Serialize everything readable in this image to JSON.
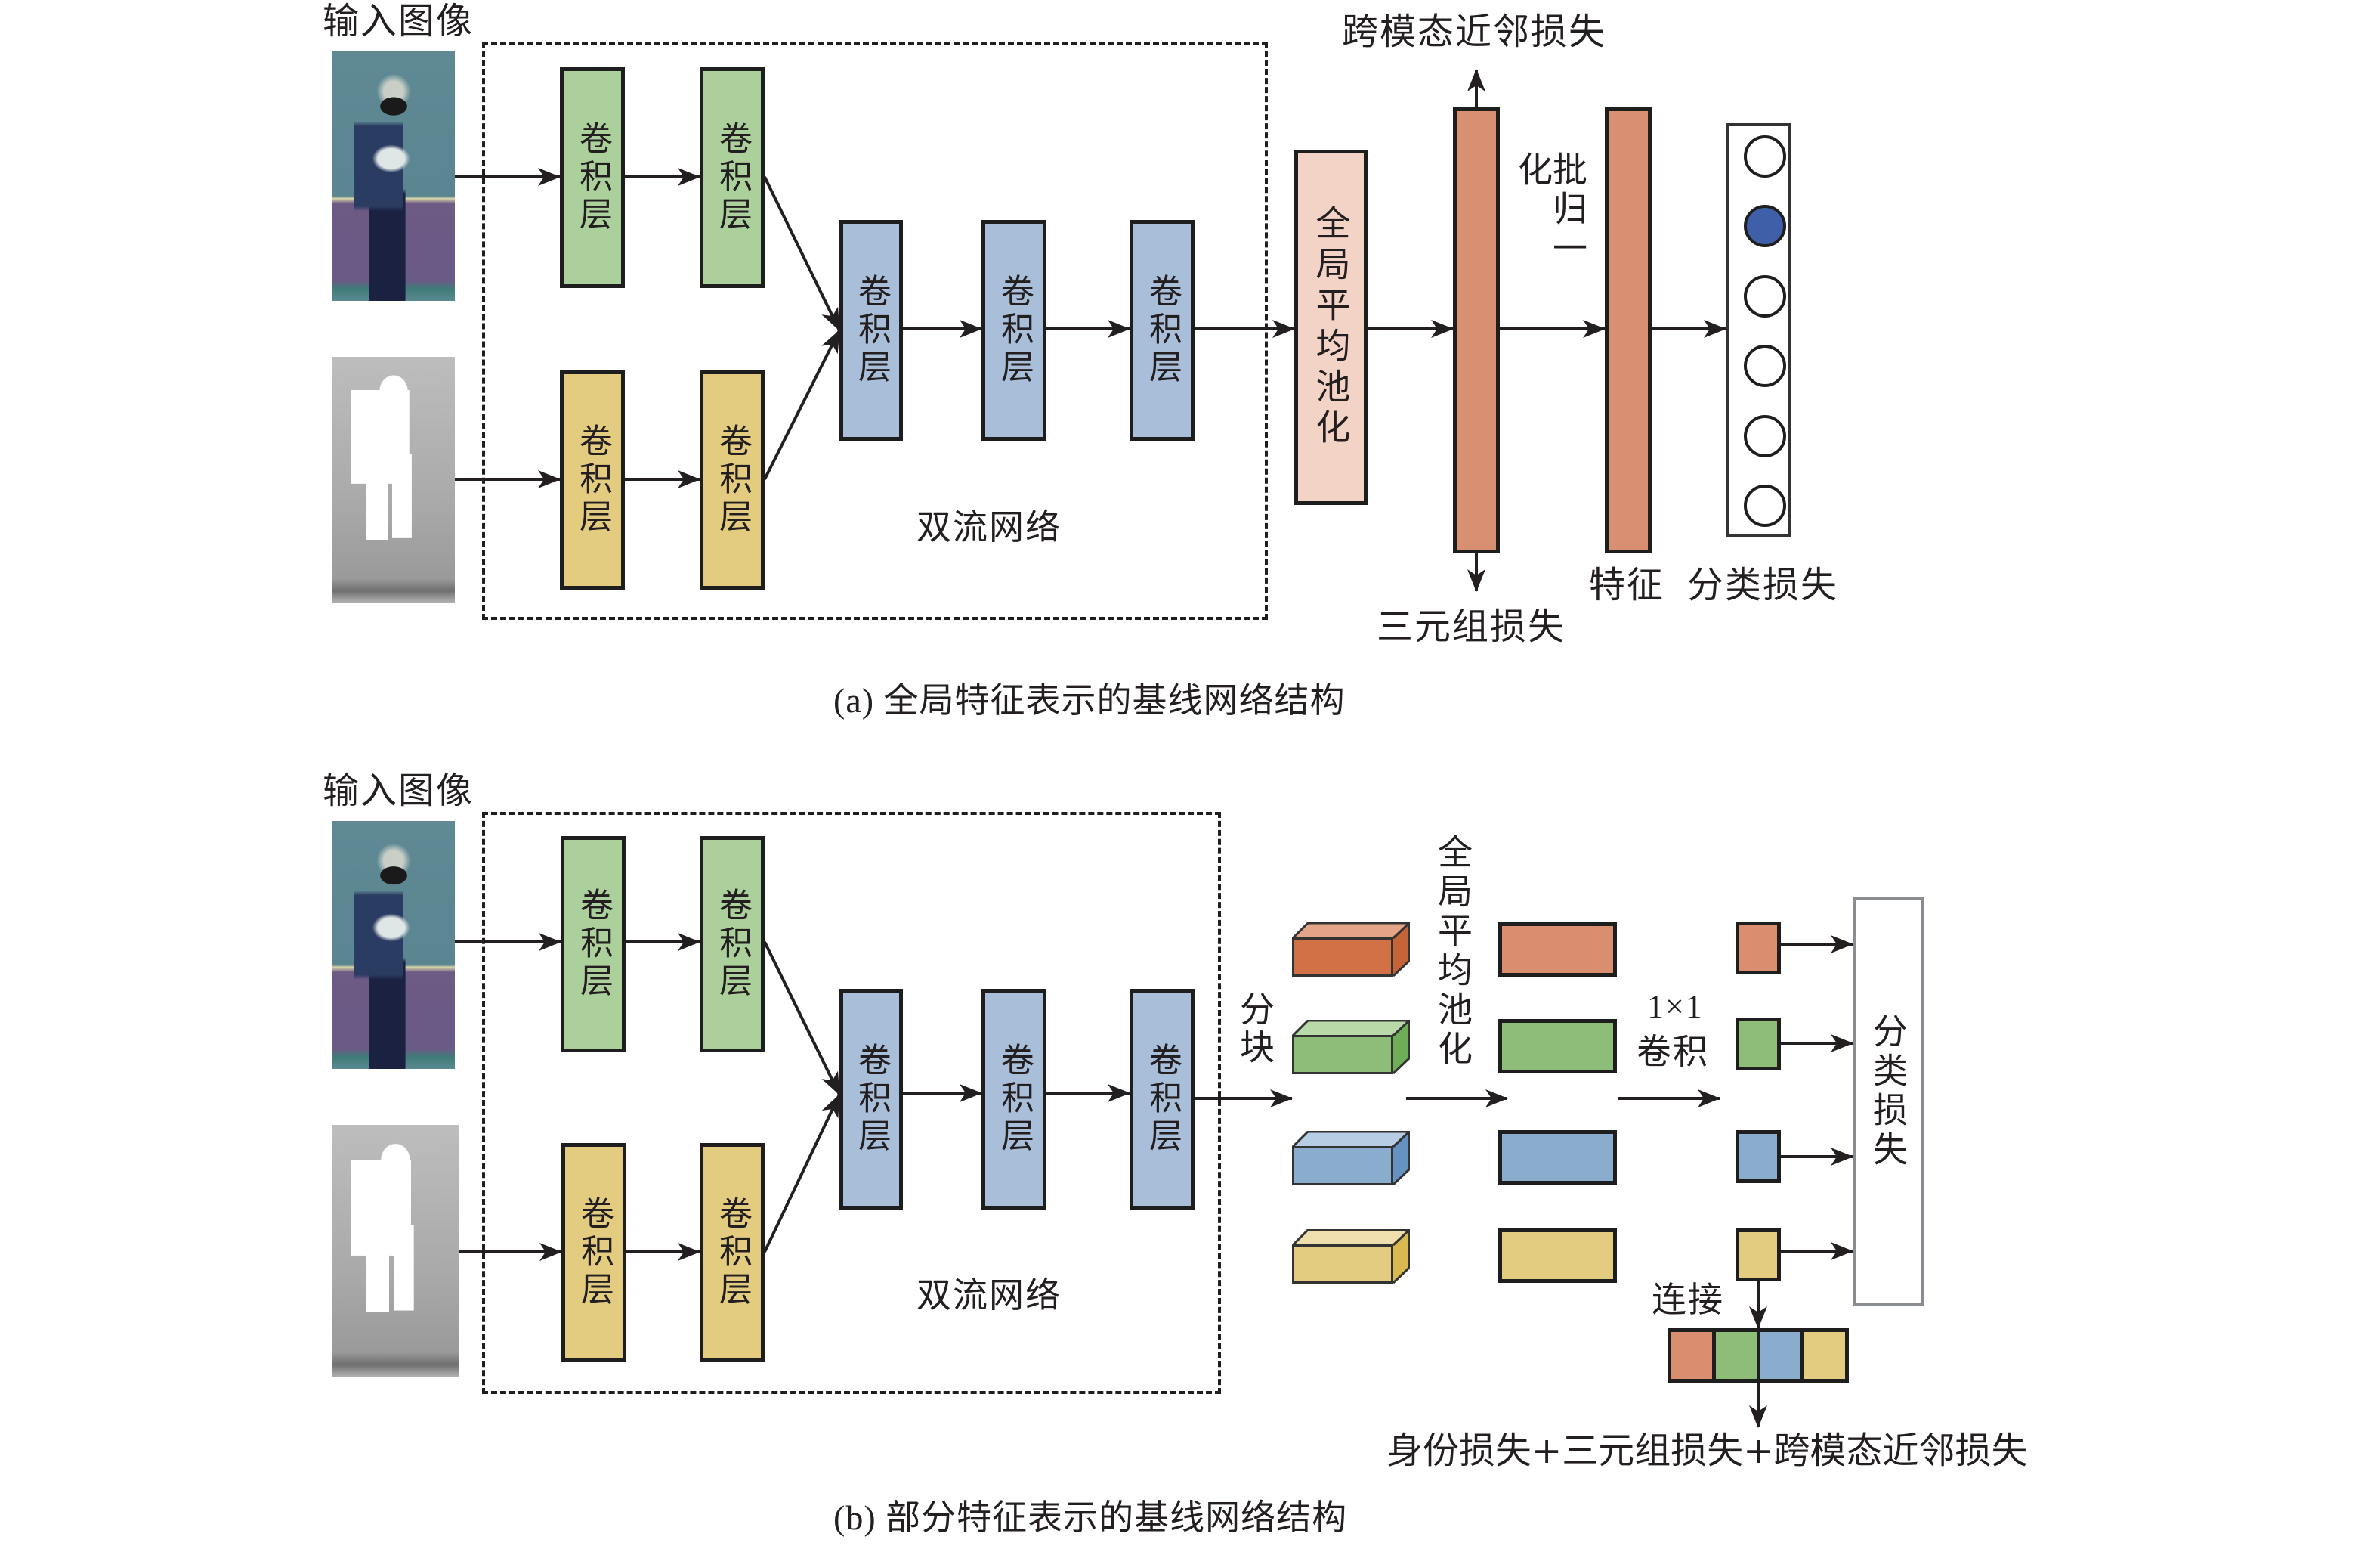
{
  "colors": {
    "conv_green": "#acd09c",
    "conv_yellow": "#e3cc7f",
    "conv_blue": "#a9bed9",
    "gap_fill": "#f3d3c6",
    "fc_bar": "#d99072",
    "active_neuron": "#3f5fa8",
    "part_orange": "#d98e70",
    "part_green": "#8dbd78",
    "part_blue": "#8aaccd",
    "part_yellow": "#e3cc7f"
  },
  "panel_a": {
    "input_label": "输入图像",
    "images": [
      {
        "name": "visible-rgb-image",
        "desc": "RGB pedestrian image"
      },
      {
        "name": "infrared-image",
        "desc": "infrared pedestrian silhouette"
      }
    ],
    "rgb_branch": [
      "卷积层",
      "卷积层"
    ],
    "ir_branch": [
      "卷积层",
      "卷积层"
    ],
    "shared_layers": [
      "卷积层",
      "卷积层",
      "卷积层"
    ],
    "two_stream_label": "双流网络",
    "gap_label": "全局平均池化",
    "bn_label": "批归一化",
    "cross_modal_loss": "跨模态近邻损失",
    "triplet_loss": "三元组损失",
    "feature_label": "特征",
    "classification_loss": "分类损失",
    "neurons": [
      false,
      true,
      false,
      false,
      false,
      false
    ],
    "caption": "(a) 全局特征表示的基线网络结构"
  },
  "panel_b": {
    "input_label": "输入图像",
    "rgb_branch": [
      "卷积层",
      "卷积层"
    ],
    "ir_branch": [
      "卷积层",
      "卷积层"
    ],
    "shared_layers": [
      "卷积层",
      "卷积层",
      "卷积层"
    ],
    "two_stream_label": "双流网络",
    "partition_label": "分块",
    "gap_label": "全局平均池化",
    "conv1x1_label_line1": "1×1",
    "conv1x1_label_line2": "卷积",
    "classification_loss": "分类损失",
    "concat_label": "连接",
    "combined_loss": "身份损失+三元组损失+跨模态近邻损失",
    "parts": [
      "orange",
      "green",
      "blue",
      "yellow"
    ],
    "caption": "(b) 部分特征表示的基线网络结构"
  }
}
